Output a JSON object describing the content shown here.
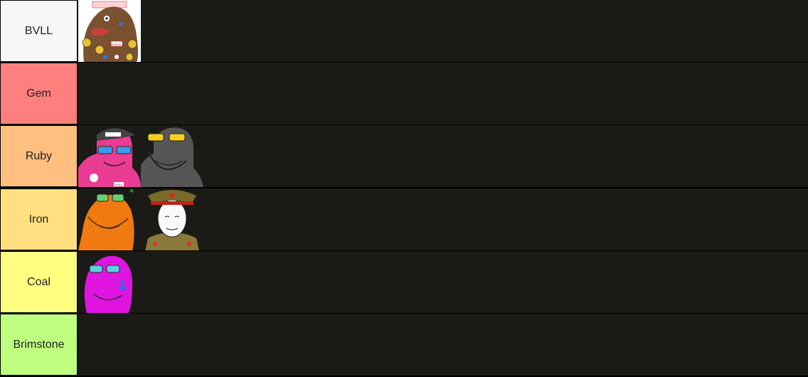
{
  "tiers": [
    {
      "label": "BVLL",
      "color": "#f7f7f7",
      "items": [
        {
          "icon": "brown-wojak-with-badges-icon"
        }
      ]
    },
    {
      "label": "Gem",
      "color": "#ff7f7f",
      "items": []
    },
    {
      "label": "Ruby",
      "color": "#ffbf7f",
      "items": [
        {
          "icon": "pink-wojak-cap-icon"
        },
        {
          "icon": "gray-wojak-sunglasses-icon"
        }
      ]
    },
    {
      "label": "Iron",
      "color": "#ffdf7f",
      "items": [
        {
          "icon": "orange-wojak-glasses-icon"
        },
        {
          "icon": "soviet-officer-wojak-icon"
        }
      ]
    },
    {
      "label": "Coal",
      "color": "#ffff7f",
      "items": [
        {
          "icon": "magenta-wojak-glasses-icon"
        }
      ]
    },
    {
      "label": "Brimstone",
      "color": "#bfff7f",
      "items": []
    }
  ],
  "colors": {
    "row_background": "#1a1a17",
    "separator": "#000000",
    "badge_text_1": "BIGBULL",
    "badge_text_2": "DOLL"
  }
}
